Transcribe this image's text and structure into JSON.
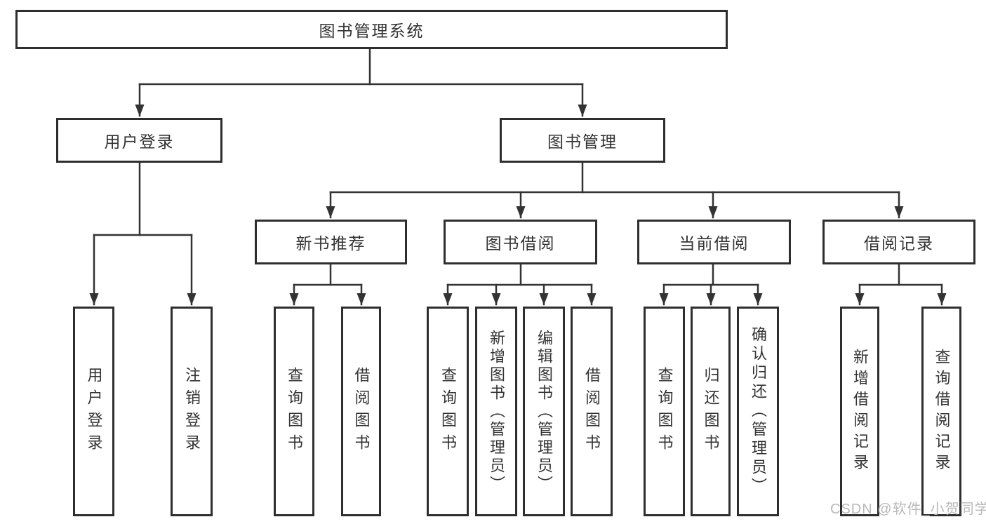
{
  "tree": {
    "root": {
      "label": "图书管理系统"
    },
    "branches": [
      {
        "label": "用户登录",
        "children": [
          {
            "label": "用户登录"
          },
          {
            "label": "注销登录"
          }
        ]
      },
      {
        "label": "图书管理",
        "children": [
          {
            "label": "新书推荐",
            "children": [
              {
                "label": "查询图书"
              },
              {
                "label": "借阅图书"
              }
            ]
          },
          {
            "label": "图书借阅",
            "children": [
              {
                "label": "查询图书"
              },
              {
                "label": "新增图书（管理员）"
              },
              {
                "label": "编辑图书（管理员）"
              },
              {
                "label": "借阅图书"
              }
            ]
          },
          {
            "label": "当前借阅",
            "children": [
              {
                "label": "查询图书"
              },
              {
                "label": "归还图书"
              },
              {
                "label": "确认归还（管理员）"
              }
            ]
          },
          {
            "label": "借阅记录",
            "children": [
              {
                "label": "新增借阅记录"
              },
              {
                "label": "查询借阅记录"
              }
            ]
          }
        ]
      }
    ]
  },
  "watermark": "CSDN @软件_小贺同学",
  "colors": {
    "line": "#333333",
    "box_border": "#2e2e2e",
    "text": "#333333",
    "watermark": "#b9b9b9",
    "background": "#ffffff"
  }
}
